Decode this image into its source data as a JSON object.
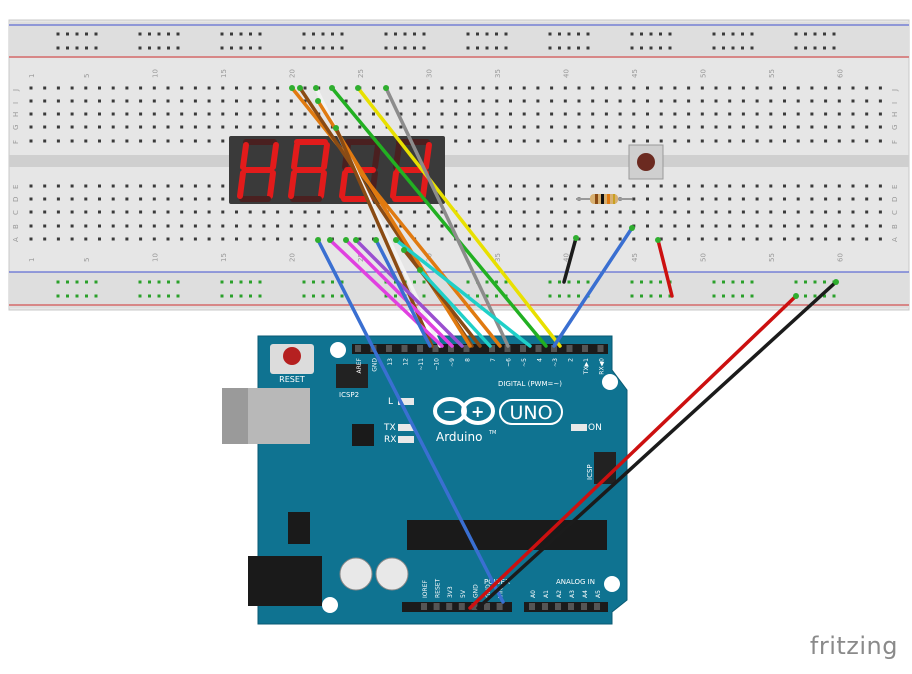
{
  "watermark": "fritzing",
  "breadboard": {
    "column_numbers": [
      "1",
      "5",
      "10",
      "15",
      "20",
      "25",
      "30",
      "35",
      "40",
      "45",
      "50",
      "55",
      "60"
    ],
    "row_letters_top": [
      "J",
      "I",
      "H",
      "G",
      "F"
    ],
    "row_letters_bottom": [
      "E",
      "D",
      "C",
      "B",
      "A"
    ]
  },
  "display": {
    "digits_text": "HAcd",
    "segment_color": "#e21b1b"
  },
  "arduino": {
    "board_color": "#0f7391",
    "logo_text": "Arduino",
    "tm_mark": "TM",
    "model_text": "UNO",
    "reset_label": "RESET",
    "icsp2_label": "ICSP2",
    "icsp_label": "ICSP",
    "l_label": "L",
    "tx_label": "TX",
    "rx_label": "RX",
    "on_label": "ON",
    "digital_label": "DIGITAL (PWM=~)",
    "analog_label": "ANALOG IN",
    "power_label": "POWER",
    "digital_pins": [
      "AREF",
      "GND",
      "13",
      "12",
      "~11",
      "~10",
      "~9",
      "8",
      "7",
      "~6",
      "~5",
      "4",
      "~3",
      "2",
      "TX▶1",
      "RX◀0"
    ],
    "power_pins": [
      "IOREF",
      "RESET",
      "3V3",
      "5V",
      "GND",
      "GND",
      "VIN"
    ],
    "analog_pins": [
      "A0",
      "A1",
      "A2",
      "A3",
      "A4",
      "A5"
    ]
  },
  "wire_colors": {
    "blue": "#3a6fd1",
    "red": "#cc1010",
    "black": "#1b1b1b",
    "orange": "#e07a10",
    "brown": "#8a4b14",
    "white": "#f2f2f2",
    "green": "#22b022",
    "yellow": "#e8e000",
    "gray": "#8c8c8c",
    "cyan": "#1fd0c8",
    "magenta": "#e040e0",
    "violet": "#9a50d0"
  }
}
